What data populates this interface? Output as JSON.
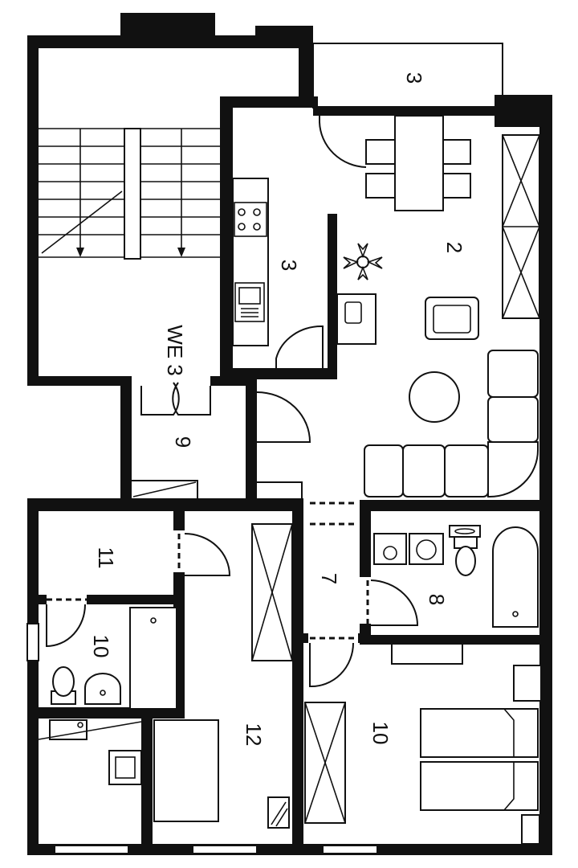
{
  "plan": {
    "unit": "WE 3",
    "rooms": [
      {
        "id": "balcony",
        "label": "3"
      },
      {
        "id": "living",
        "label": "2"
      },
      {
        "id": "kitchen",
        "label": "3"
      },
      {
        "id": "hall",
        "label": "9"
      },
      {
        "id": "storage",
        "label": "11"
      },
      {
        "id": "bath-small",
        "label": "10"
      },
      {
        "id": "corridor",
        "label": "7"
      },
      {
        "id": "bath",
        "label": "8"
      },
      {
        "id": "room-west",
        "label": "12"
      },
      {
        "id": "bedroom",
        "label": "10"
      }
    ]
  }
}
